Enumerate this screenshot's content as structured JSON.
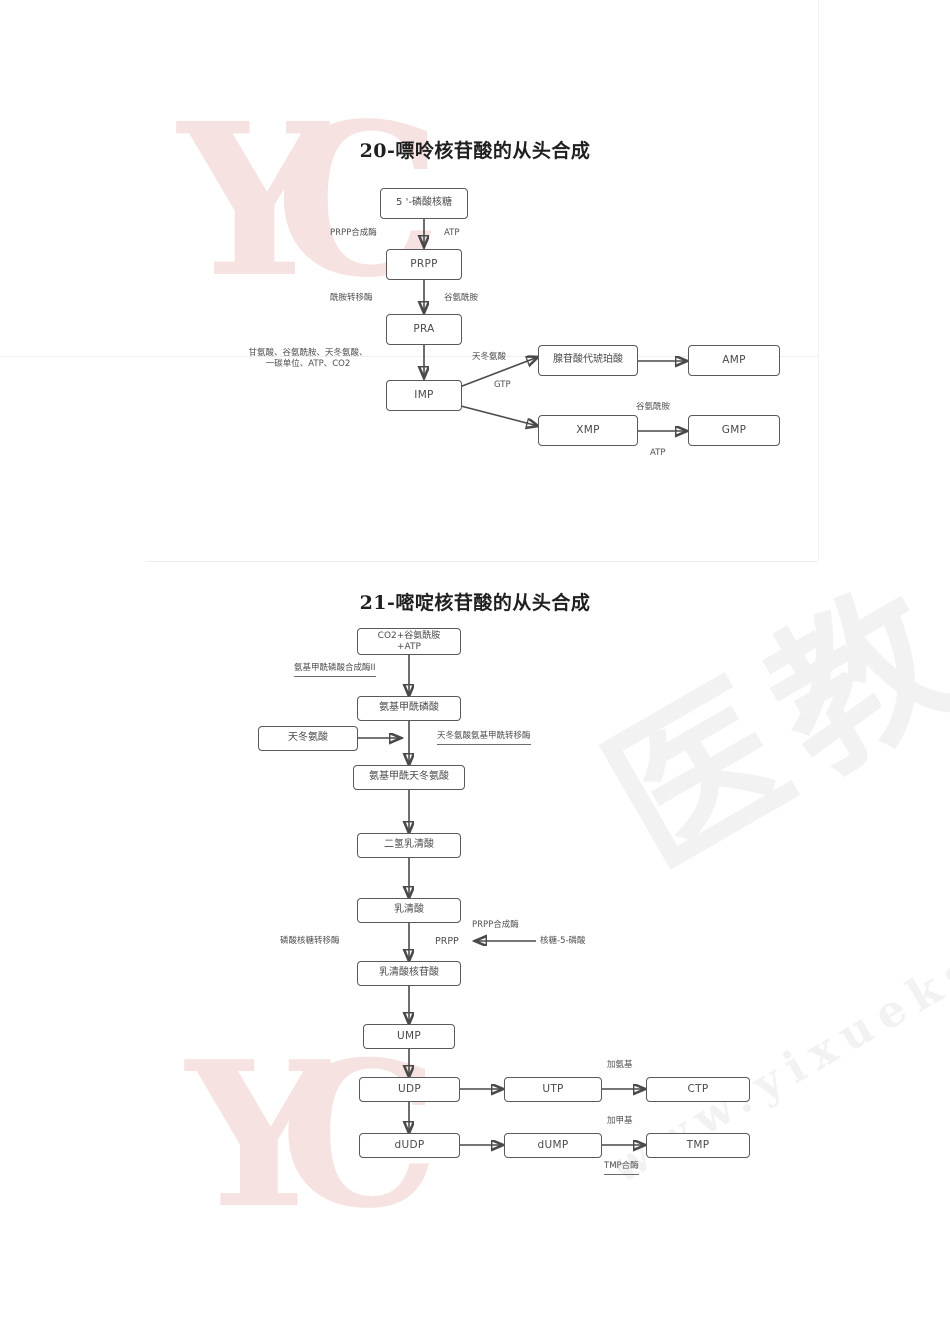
{
  "page": {
    "background": "#ffffff",
    "ink": "#4a4a4a",
    "border": "#595959",
    "watermark_pink": "#f6e2e0",
    "watermark_grey": "#f2f2f2"
  },
  "watermark": {
    "site": "www.yixueks.com",
    "brand_cn": "医教",
    "logo_glyph_left": "Y",
    "logo_glyph_right": "C"
  },
  "sections": [
    {
      "id": "purine",
      "title": "20-嘌呤核苷酸的从头合成",
      "diagram": {
        "type": "flowchart",
        "nodes": [
          {
            "id": "r5p",
            "label": "5 '-磷酸核糖"
          },
          {
            "id": "prpp",
            "label": "PRPP"
          },
          {
            "id": "pra",
            "label": "PRA"
          },
          {
            "id": "imp",
            "label": "IMP"
          },
          {
            "id": "adsl",
            "label": "腺苷酸代琥珀酸"
          },
          {
            "id": "amp",
            "label": "AMP"
          },
          {
            "id": "xmp",
            "label": "XMP"
          },
          {
            "id": "gmp",
            "label": "GMP"
          }
        ],
        "edge_labels": [
          {
            "id": "e1-left",
            "text": "PRPP合成酶"
          },
          {
            "id": "e1-right",
            "text": "ATP"
          },
          {
            "id": "e2-left",
            "text": "酰胺转移酶"
          },
          {
            "id": "e2-right",
            "text": "谷氨酰胺"
          },
          {
            "id": "e3-left",
            "text": "甘氨酸、谷氨酰胺、天冬氨酸、\n一碳单位、ATP、CO2"
          },
          {
            "id": "e4-top",
            "text": "天冬氨酸"
          },
          {
            "id": "e4-bot",
            "text": "GTP"
          },
          {
            "id": "e5-top",
            "text": "谷氨酰胺"
          },
          {
            "id": "e5-bot",
            "text": "ATP"
          }
        ]
      }
    },
    {
      "id": "pyrimidine",
      "title": "21-嘧啶核苷酸的从头合成",
      "diagram": {
        "type": "flowchart",
        "nodes": [
          {
            "id": "start",
            "label": "CO2+谷氨酰胺\n+ATP"
          },
          {
            "id": "cap",
            "label": "氨基甲酰磷酸"
          },
          {
            "id": "asp",
            "label": "天冬氨酸"
          },
          {
            "id": "caa",
            "label": "氨基甲酰天冬氨酸"
          },
          {
            "id": "dhoa",
            "label": "二氢乳清酸"
          },
          {
            "id": "oa",
            "label": "乳清酸"
          },
          {
            "id": "omp",
            "label": "乳清酸核苷酸"
          },
          {
            "id": "ump",
            "label": "UMP"
          },
          {
            "id": "udp",
            "label": "UDP"
          },
          {
            "id": "utp",
            "label": "UTP"
          },
          {
            "id": "ctp",
            "label": "CTP"
          },
          {
            "id": "dudp",
            "label": "dUDP"
          },
          {
            "id": "dump",
            "label": "dUMP"
          },
          {
            "id": "tmp",
            "label": "TMP"
          }
        ],
        "edge_labels": [
          {
            "id": "p1",
            "text": "氨基甲酰磷酸合成酶II"
          },
          {
            "id": "p2",
            "text": "天冬氨酸氨基甲酰转移酶"
          },
          {
            "id": "p3",
            "text": "磷酸核糖转移酶"
          },
          {
            "id": "p4",
            "text": "PRPP合成酶"
          },
          {
            "id": "p5",
            "text": "PRPP"
          },
          {
            "id": "p6",
            "text": "核糖-5-磷酸"
          },
          {
            "id": "p7",
            "text": "加氨基"
          },
          {
            "id": "p8",
            "text": "加甲基"
          },
          {
            "id": "p9",
            "text": "TMP合酶"
          }
        ]
      }
    }
  ]
}
